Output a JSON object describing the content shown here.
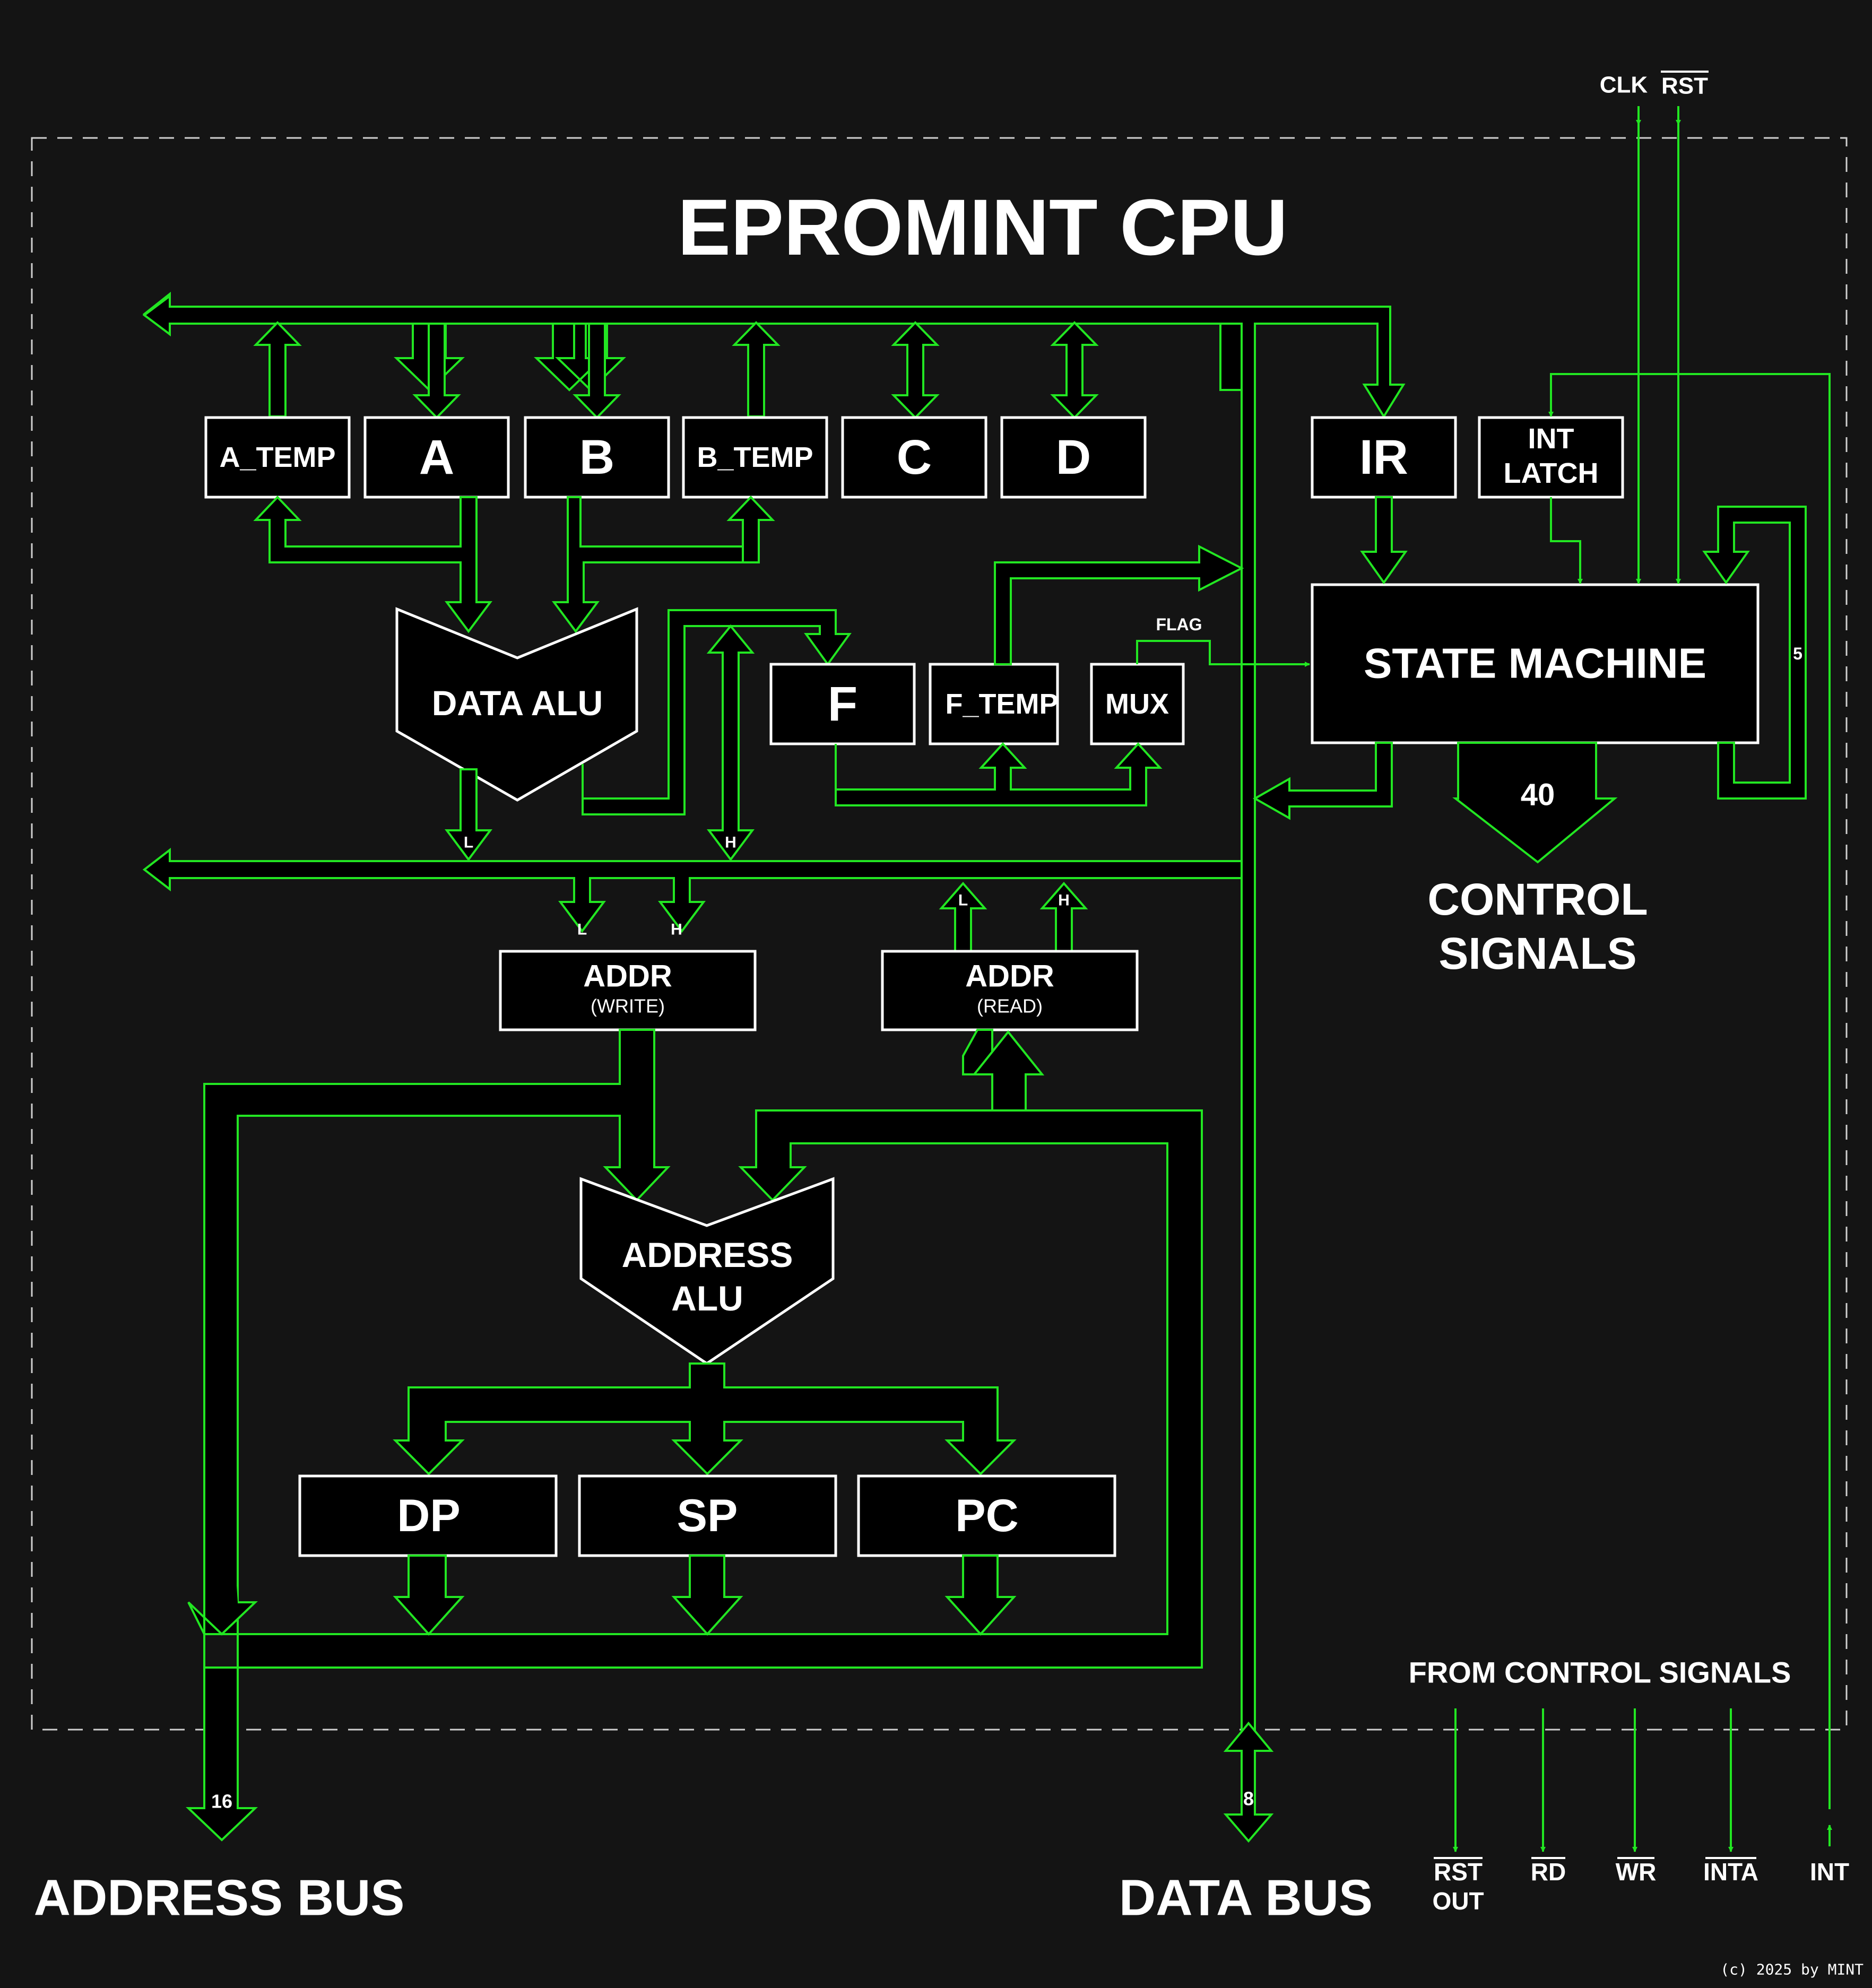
{
  "title": "EPROMINT CPU",
  "inputs": {
    "clk": "CLK",
    "rst": "RST"
  },
  "registers": {
    "a_temp": "A_TEMP",
    "a": "A",
    "b": "B",
    "b_temp": "B_TEMP",
    "c": "C",
    "d": "D",
    "ir": "IR",
    "int_latch_1": "INT",
    "int_latch_2": "LATCH",
    "f": "F",
    "f_temp": "F_TEMP",
    "mux": "MUX",
    "dp": "DP",
    "sp": "SP",
    "pc": "PC"
  },
  "alu": {
    "data": "DATA ALU",
    "address_1": "ADDRESS",
    "address_2": "ALU"
  },
  "state_machine": "STATE MACHINE",
  "flag_label": "FLAG",
  "feedback_width": "5",
  "control": {
    "width": "40",
    "label_1": "CONTROL",
    "label_2": "SIGNALS"
  },
  "addr_write": {
    "title": "ADDR",
    "sub": "(WRITE)"
  },
  "addr_read": {
    "title": "ADDR",
    "sub": "(READ)"
  },
  "byte_labels": {
    "low": "L",
    "high": "H"
  },
  "from_control": "FROM CONTROL SIGNALS",
  "outputs": {
    "rst_out_1": "RST",
    "rst_out_2": "OUT",
    "rd": "RD",
    "wr": "WR",
    "inta": "INTA",
    "int": "INT"
  },
  "address_bus": {
    "label": "ADDRESS BUS",
    "width": "16"
  },
  "data_bus": {
    "label": "DATA BUS",
    "width": "8"
  },
  "copyright": "(c) 2025 by MINT"
}
